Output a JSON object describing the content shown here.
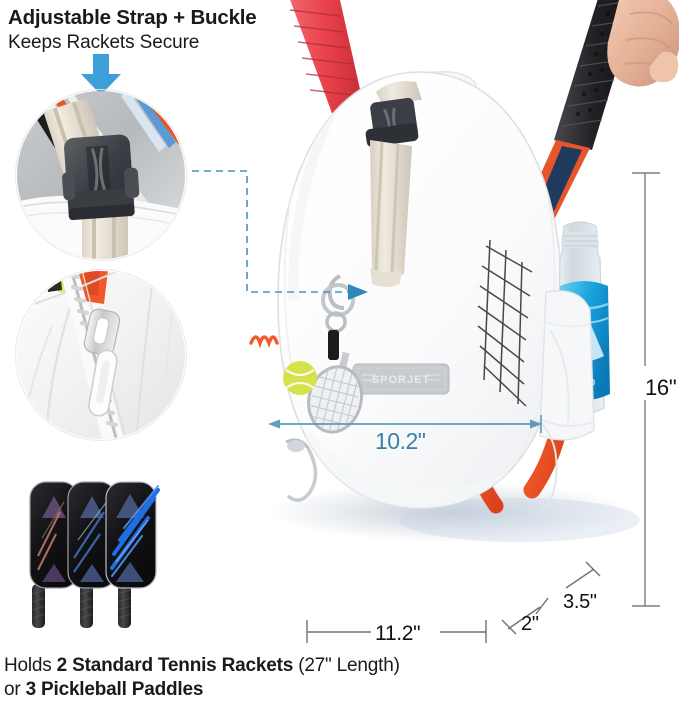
{
  "headline": {
    "title": "Adjustable Strap + Buckle",
    "subtitle": "Keeps Rackets Secure"
  },
  "footer": {
    "line1_pre": "Holds ",
    "line1_bold": "2 Standard Tennis Rackets",
    "line1_post": " (27\" Length)",
    "line2_pre": "or ",
    "line2_bold": "3 Pickleball Paddles"
  },
  "dimensions": {
    "height": "16\"",
    "width": "11.2\"",
    "depth": "3.5\"",
    "base_depth": "2\"",
    "interior_width": "10.2\""
  },
  "product": {
    "brand_patch": "SPORJET",
    "bag_color": "#ffffff",
    "accent_blue": "#3d9fd8",
    "dimension_blue": "#3a7fa8",
    "racket_orange": "#f2592a",
    "grip_red": "#e8414a",
    "ball_green": "#d6e24a"
  },
  "insets": [
    {
      "name": "buckle-detail",
      "subject": "side-release buckle with webbing strap"
    },
    {
      "name": "zipper-detail",
      "subject": "white zipper with metal pull"
    }
  ],
  "paddles": {
    "count": 3,
    "accents": [
      "#6b4e7a",
      "#4a5b86",
      "#1f6fe0"
    ]
  }
}
